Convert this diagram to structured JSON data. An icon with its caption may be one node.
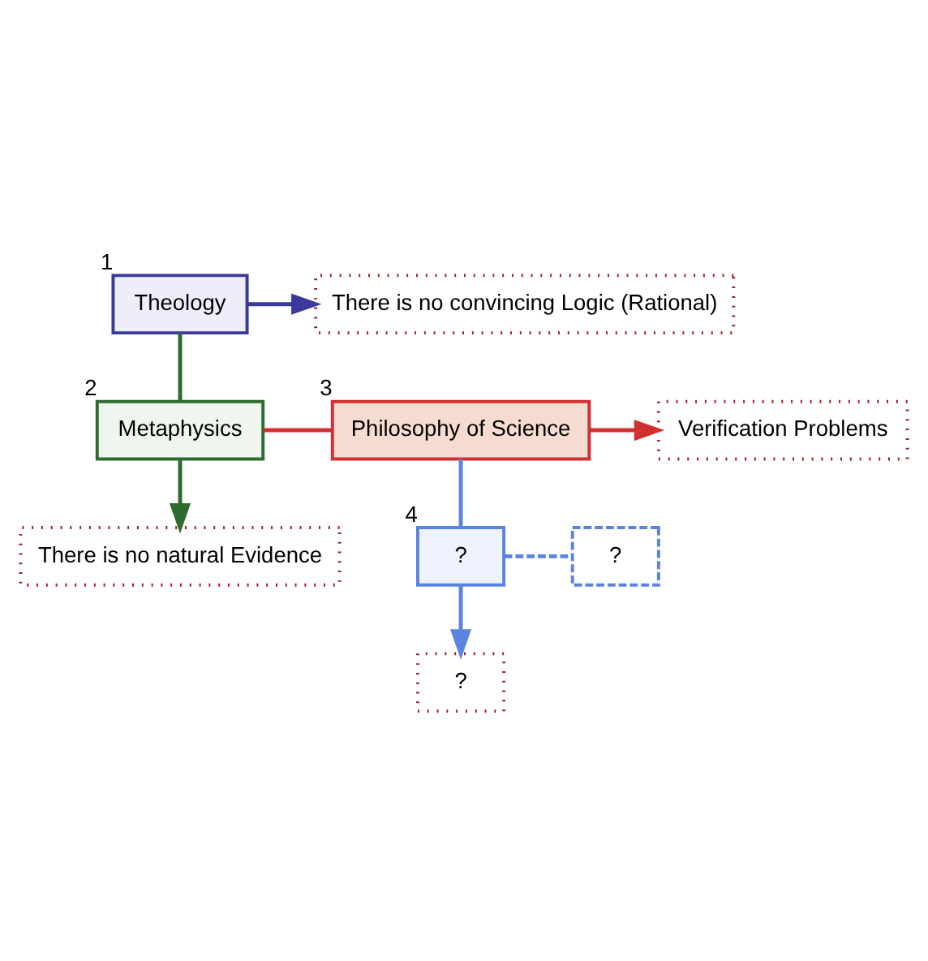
{
  "diagram": {
    "nodes": [
      {
        "text": [
          "Theology"
        ],
        "beside": [
          "1"
        ]
      },
      {
        "text": [
          "There is no convincing Logic (Rational)"
        ]
      },
      {
        "text": [
          "Metaphysics"
        ],
        "beside": [
          "2"
        ]
      },
      {
        "text": [
          "There is no natural Evidence"
        ]
      },
      {
        "text": [
          "Philosophy of Science"
        ],
        "beside": [
          "3"
        ]
      },
      {
        "text": [
          "Verification Problems"
        ]
      },
      {
        "text": [
          "?"
        ],
        "beside": [
          "4"
        ]
      },
      {
        "text": [
          "?"
        ]
      },
      {
        "text": [
          "?"
        ]
      }
    ],
    "edges": [
      {
        "from": 0,
        "to": 1,
        "arrow": "to",
        "color": "#3a3a9a"
      },
      {
        "from": 0,
        "to": 2,
        "arrow": "none",
        "color": "#2e6b2e"
      },
      {
        "from": 2,
        "to": 3,
        "arrow": "to",
        "color": "#2e6b2e"
      },
      {
        "from": 2,
        "to": 4,
        "arrow": "none",
        "color": "#d03030"
      },
      {
        "from": 4,
        "to": 5,
        "arrow": "to",
        "color": "#d03030"
      },
      {
        "from": 4,
        "to": 6,
        "arrow": "none",
        "color": "#5b84e0"
      },
      {
        "from": 6,
        "to": 7,
        "arrow": "to",
        "color": "#5b84e0"
      },
      {
        "from": 6,
        "to": 8,
        "arrow": "none",
        "style": "dashed",
        "color": "#5b84e0"
      }
    ]
  }
}
